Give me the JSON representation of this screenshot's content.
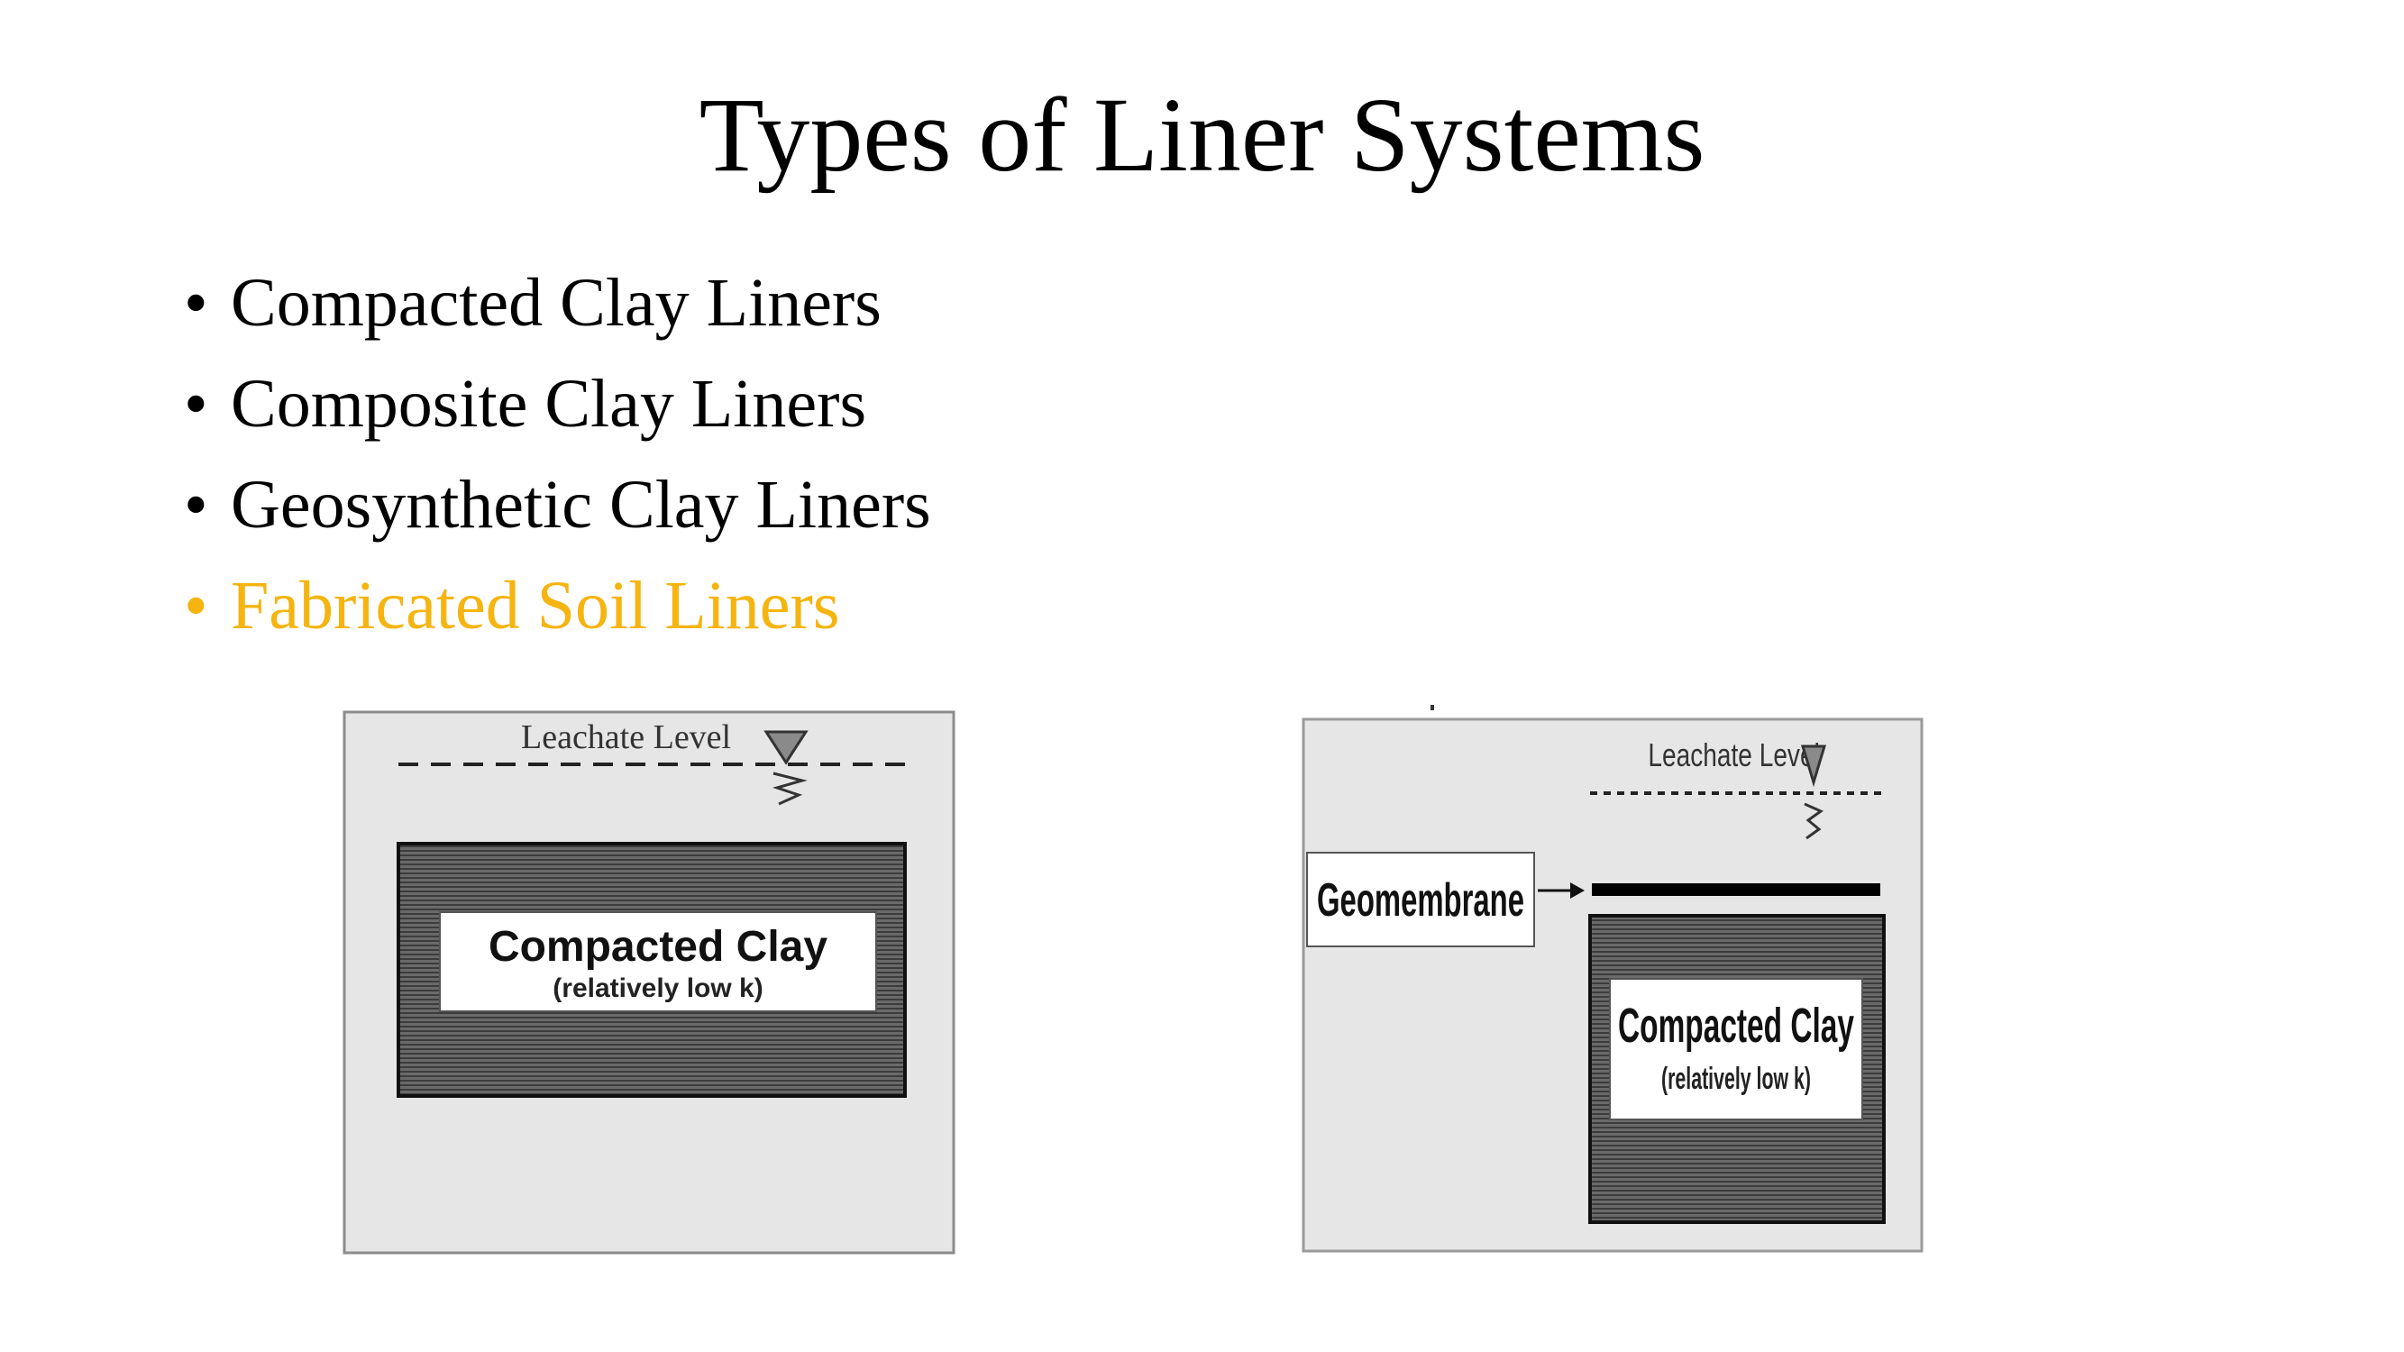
{
  "slide": {
    "title": "Types of Liner Systems"
  },
  "bullets": [
    {
      "marker": "•",
      "text": "Compacted Clay Liners"
    },
    {
      "marker": "•",
      "text": "Composite Clay Liners"
    },
    {
      "marker": "•",
      "text": "Geosynthetic Clay Liners"
    },
    {
      "marker": "•",
      "text": "Fabricated Soil Liners"
    }
  ],
  "diagram_left": {
    "leachate_label": "Leachate Level",
    "clay_label": "Compacted Clay",
    "clay_sublabel": "(relatively low k)"
  },
  "diagram_right": {
    "leachate_label": "Leachate Level",
    "geomembrane_label": "Geomembrane",
    "clay_label": "Compacted Clay",
    "clay_sublabel": "(relatively low k)"
  },
  "colors": {
    "highlight": "#f5b40f",
    "panel_bg": "#e6e6e6",
    "clay_dark": "#555555"
  }
}
